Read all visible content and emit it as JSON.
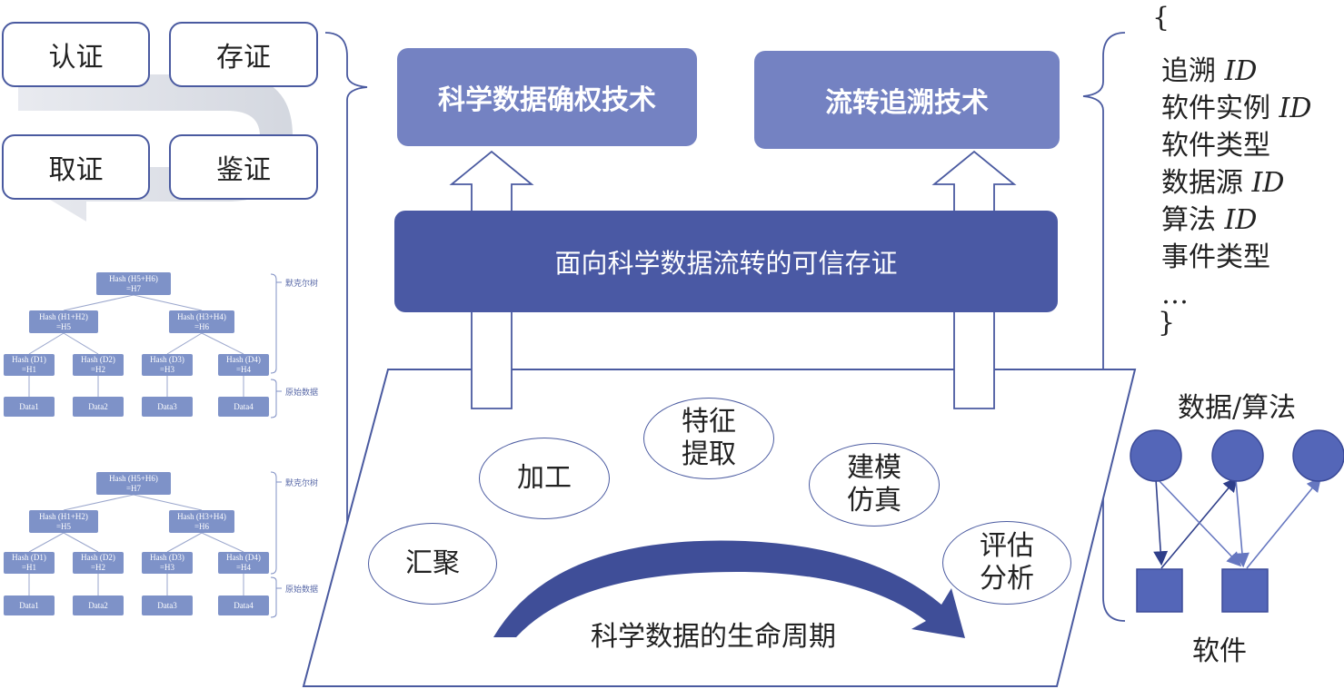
{
  "cert_cycle": {
    "authenticate": "认证",
    "deposit": "存证",
    "obtain": "取证",
    "appraise": "鉴证"
  },
  "merkle_tree": {
    "root": "Hash (H5+H6)\n=H7",
    "mid_left": "Hash (H1+H2)\n=H5",
    "mid_right": "Hash (H3+H4)\n=H6",
    "leaves": [
      "Hash (D1)\n=H1",
      "Hash (D2)\n=H2",
      "Hash (D3)\n=H3",
      "Hash (D4)\n=H4"
    ],
    "data": [
      "Data1",
      "Data2",
      "Data3",
      "Data4"
    ],
    "label_tree": "默克尔树",
    "label_raw": "原始数据"
  },
  "tech": {
    "confirm_rights": "科学数据确权技术",
    "traceability": "流转追溯技术"
  },
  "center_band": "面向科学数据流转的可信存证",
  "lifecycle": {
    "stages": {
      "aggregate": "汇聚",
      "process": "加工",
      "feature": "特征\n提取",
      "model": "建模\n仿真",
      "evaluate": "评估\n分析"
    },
    "caption": "科学数据的生命周期"
  },
  "trace_fields": {
    "open": "{",
    "items": [
      {
        "text": "追溯 ",
        "id": "ID"
      },
      {
        "text": "软件实例 ",
        "id": "ID"
      },
      {
        "text": "软件类型",
        "id": ""
      },
      {
        "text": "数据源 ",
        "id": "ID"
      },
      {
        "text": "算法 ",
        "id": "ID"
      },
      {
        "text": "事件类型",
        "id": ""
      }
    ],
    "ellipsis": "…",
    "close": "}"
  },
  "graph": {
    "top_label": "数据/算法",
    "bottom_label": "软件"
  },
  "colors": {
    "dark": "#4a59a4",
    "light": "#7482c2",
    "node": "#5466b8",
    "stroke": "#4a5aa0"
  }
}
